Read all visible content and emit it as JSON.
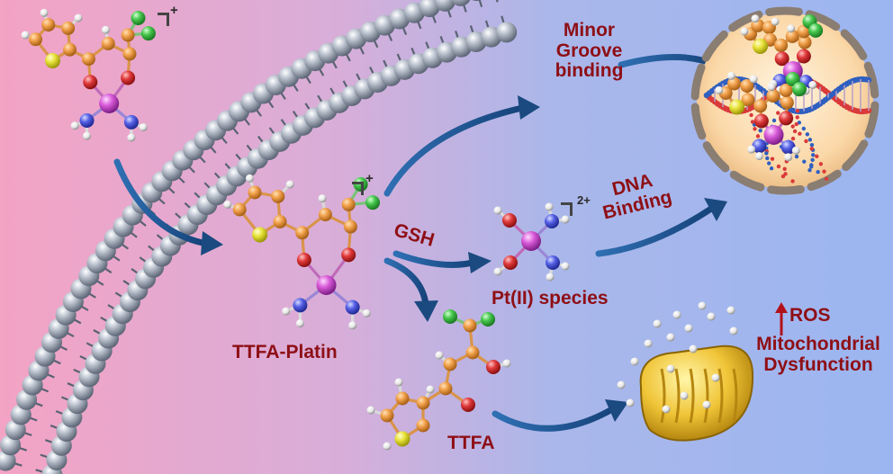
{
  "labels": {
    "ttfa_platin": "TTFA-Platin",
    "gsh": "GSH",
    "pt_species": "Pt(II) species",
    "ttfa": "TTFA",
    "minor_groove_1": "Minor",
    "minor_groove_2": "Groove",
    "minor_groove_3": "binding",
    "dna_binding_1": "DNA",
    "dna_binding_2": "Binding",
    "ros": "ROS",
    "mito_1": "Mitochondrial",
    "mito_2": "Dysfunction"
  },
  "charges": {
    "plus": "+",
    "two_plus": "2+"
  },
  "colors": {
    "label_red": "#8e0f15",
    "arrow_blue": "#1e4f86",
    "carbon": "#f1a04a",
    "oxygen": "#e0393b",
    "sulfur": "#e8e23a",
    "chlorine": "#46c64d",
    "nitrogen": "#5560e6",
    "platinum": "#d85ad8",
    "hydrogen": "#f2f2f2",
    "membrane": "#8e98a8"
  },
  "icons": [
    "membrane-bilayer",
    "molecule-ball-stick",
    "dna-helix-cell",
    "mitochondrion",
    "curved-arrow",
    "up-arrow"
  ]
}
